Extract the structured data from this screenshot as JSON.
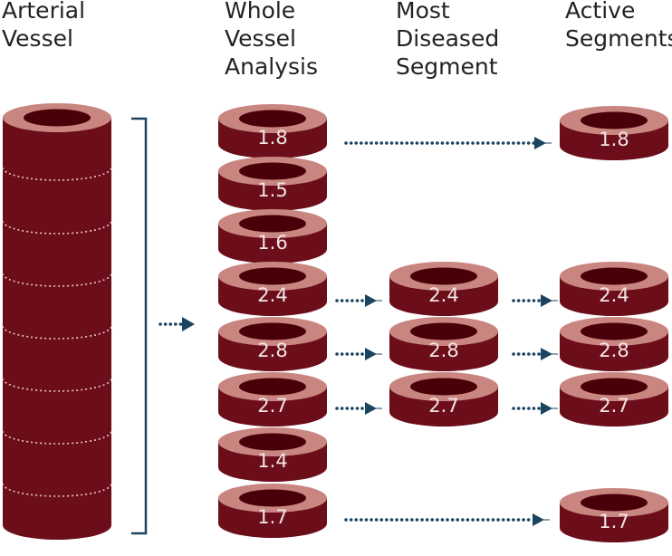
{
  "columns": [
    {
      "lines": [
        "Arterial",
        "Vessel"
      ]
    },
    {
      "lines": [
        "Whole",
        "Vessel",
        "Analysis"
      ]
    },
    {
      "lines": [
        "Most",
        "Diseased",
        "Segment"
      ]
    },
    {
      "lines": [
        "Active",
        "Segments"
      ]
    }
  ],
  "whole_vessel_segments": [
    "1.8",
    "1.5",
    "1.6",
    "2.4",
    "2.8",
    "2.7",
    "1.4",
    "1.7"
  ],
  "most_diseased_segments": [
    "2.4",
    "2.8",
    "2.7"
  ],
  "active_segments": [
    "1.8",
    "2.4",
    "2.8",
    "2.7",
    "1.7"
  ],
  "colors": {
    "ring_top": "#c98580",
    "ring_body": "#6b0e1a",
    "ring_hole": "#4a0008",
    "arrow": "#1a4460",
    "bracket": "#1a4460",
    "text": "#222222"
  }
}
